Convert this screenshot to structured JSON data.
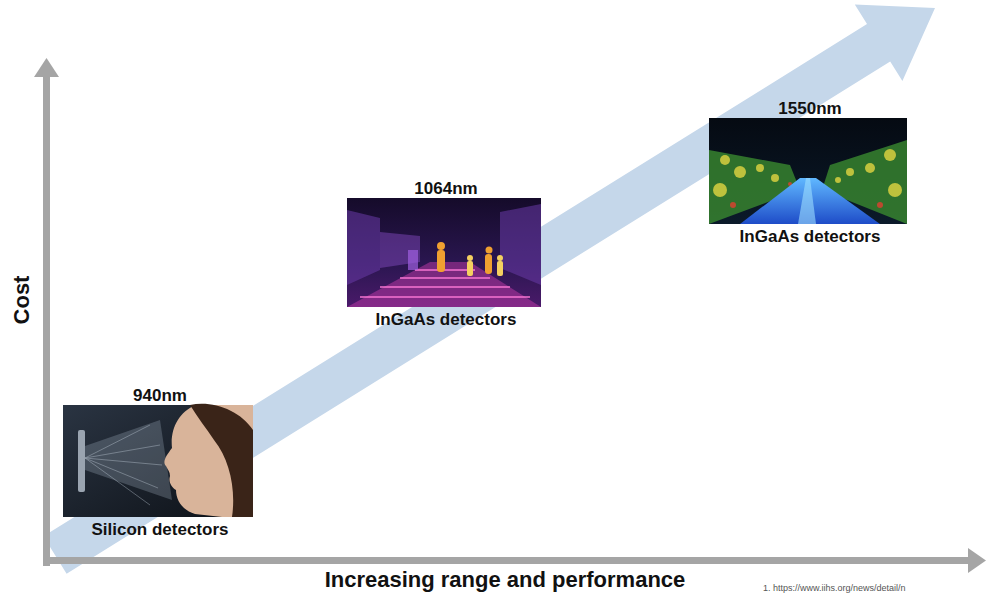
{
  "diagram": {
    "nodes": [
      {
        "text": [
          "940nm",
          "Silicon detectors"
        ]
      },
      {
        "text": [
          "1064nm",
          "InGaAs detectors"
        ]
      },
      {
        "text": [
          "1550nm",
          "InGaAs detectors"
        ]
      }
    ],
    "labels": [
      "Cost",
      "Increasing range and performance",
      "1. https://www.iihs.org/news/detail/n"
    ]
  }
}
